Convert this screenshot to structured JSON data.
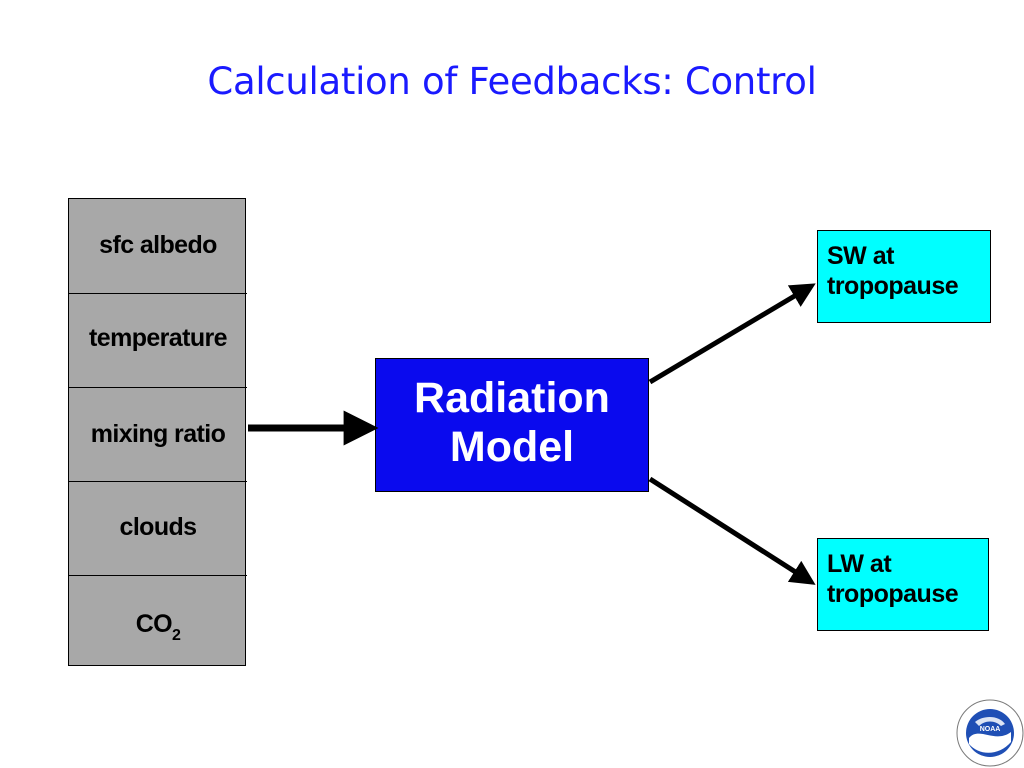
{
  "title": "Calculation of Feedbacks: Control",
  "inputs": {
    "sfc_albedo": "sfc albedo",
    "temperature": "temperature",
    "mixing_ratio": "mixing ratio",
    "clouds": "clouds",
    "co2_base": "CO",
    "co2_subscript": "2"
  },
  "model": {
    "line1": "Radiation",
    "line2": "Model"
  },
  "outputs": {
    "sw_line1": "SW at",
    "sw_line2": "tropopause",
    "lw_line1": "LW at",
    "lw_line2": "tropopause"
  },
  "logo": {
    "text": "NOAA",
    "icon": "noaa-logo-icon"
  },
  "colors": {
    "title": "#1a1aff",
    "input_fill": "#a8a8a8",
    "model_fill": "#0a0aee",
    "output_fill": "#00ffff",
    "arrow": "#000000"
  }
}
